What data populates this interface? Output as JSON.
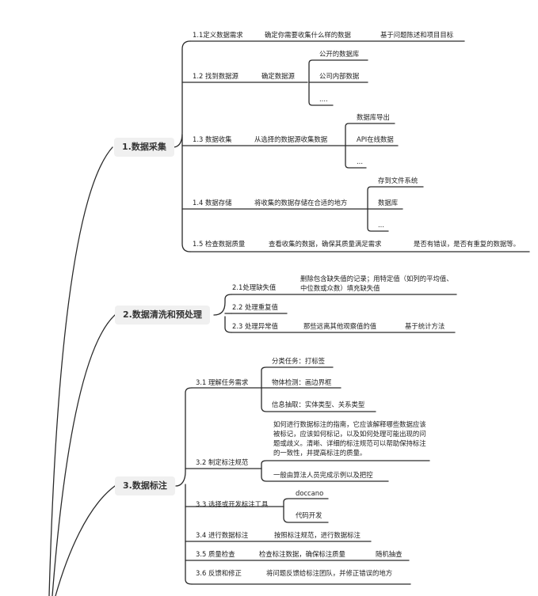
{
  "colors": {
    "line": "#2a2a2a",
    "topic_bg": "#f0f0f0"
  },
  "sections": [
    {
      "title": "1.数据采集",
      "items": [
        {
          "label": "1.1定义数据需求",
          "desc": "确定你需要收集什么样的数据",
          "extra": "基于问题陈述和项目目标"
        },
        {
          "label": "1.2 找到数据源",
          "desc": "确定数据源",
          "subs": [
            "公开的数据库",
            "公司内部数据",
            "...."
          ]
        },
        {
          "label": "1.3 数据收集",
          "desc": "从选择的数据源收集数据",
          "subs": [
            "数据库导出",
            "API在线数据",
            "..."
          ]
        },
        {
          "label": "1.4 数据存储",
          "desc": "将收集的数据存储在合适的地方",
          "subs": [
            "存到文件系统",
            "数据库",
            "..."
          ]
        },
        {
          "label": "1.5 检查数据质量",
          "desc": "查看收集的数据，确保其质量满足需求",
          "extra": "是否有错误，是否有重复的数据等。"
        }
      ]
    },
    {
      "title": "2.数据清洗和预处理",
      "items": [
        {
          "label": "2.1处理缺失值",
          "desc": "删除包含缺失值的记录；用特定值（如列的平均值、中位数或众数）填充缺失值"
        },
        {
          "label": "2.2 处理重复值"
        },
        {
          "label": "2.3 处理异常值",
          "desc": "那些远离其他观察值的值",
          "extra": "基于统计方法"
        }
      ]
    },
    {
      "title": "3.数据标注",
      "items": [
        {
          "label": "3.1 理解任务需求",
          "subs": [
            "分类任务：打标签",
            "物体检测：画边界框",
            "信息抽取：实体类型、关系类型"
          ]
        },
        {
          "label": "3.2 制定标注规范",
          "subs": [
            "如何进行数据标注的指南，它应该解释哪些数据应该被标记，应该如何标记，以及如何处理可能出现的问题或歧义。清晰、详细的标注规范可以帮助保持标注的一致性，并提高标注的质量。",
            "一般由算法人员完成示例以及把控"
          ]
        },
        {
          "label": "3.3 选择或开发标注工具",
          "subs": [
            "doccano",
            "代码开发"
          ]
        },
        {
          "label": "3.4 进行数据标注",
          "desc": "按照标注规范，进行数据标注"
        },
        {
          "label": "3.5 质量检查",
          "desc": "检查标注数据，确保标注质量",
          "extra": "随机抽查"
        },
        {
          "label": "3.6 反馈和修正",
          "desc": "将问题反馈给标注团队，并修正错误的地方"
        }
      ]
    }
  ]
}
